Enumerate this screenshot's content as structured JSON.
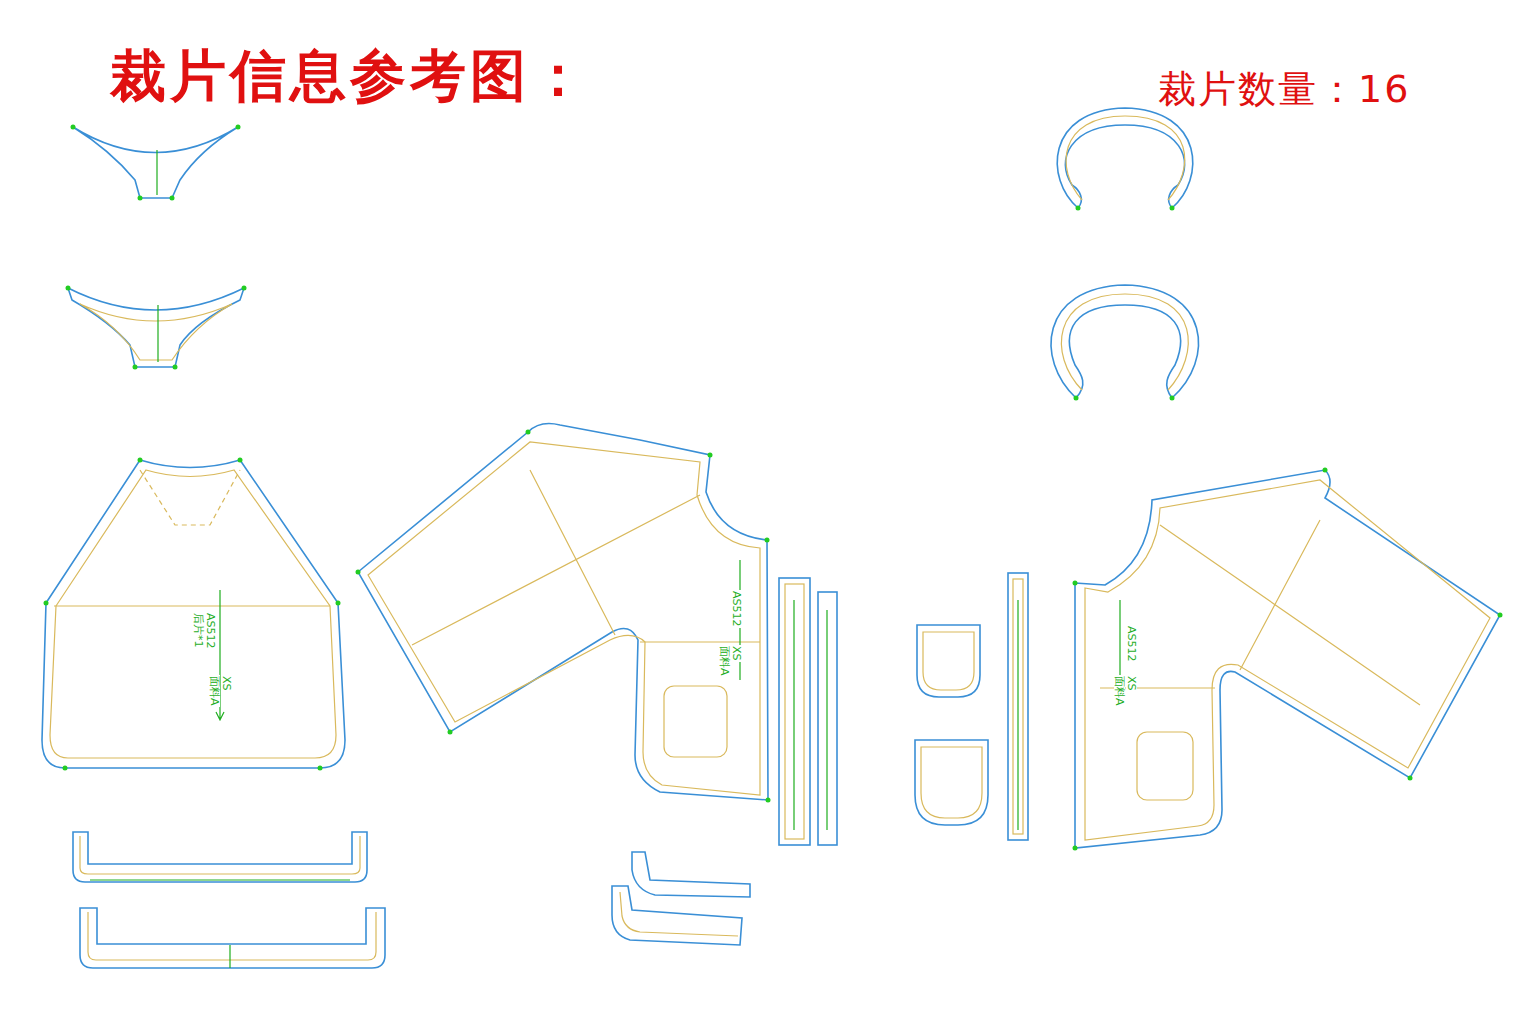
{
  "diagram": {
    "title": "裁片信息参考图：",
    "labels": [
      "裁片数量：16",
      "AS512",
      "后片*1",
      "XS",
      "面料A",
      "AS512",
      "XS",
      "面料A",
      "AS512",
      "XS",
      "面料A"
    ]
  }
}
